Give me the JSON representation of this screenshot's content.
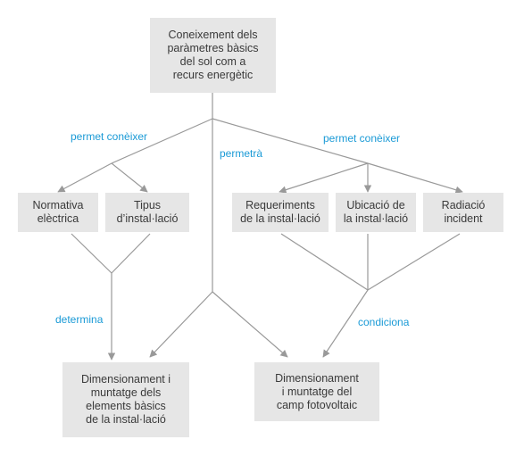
{
  "colors": {
    "box_fill": "#e6e6e6",
    "box_text": "#3a3a3a",
    "line": "#999999",
    "label": "#1a9ad6"
  },
  "nodes": {
    "top": "Coneixement dels\nparàmetres bàsics\ndel sol com a\nrecurs energètic",
    "normativa": "Normativa\nelèctrica",
    "tipus": "Tipus\nd’instal·lació",
    "requeriments": "Requeriments\nde la instal·lació",
    "ubicacio": "Ubicació de\nla instal·lació",
    "radiacio": "Radiació\nincident",
    "dim_elements": "Dimensionament i\nmuntatge dels\nelements bàsics\nde la instal·lació",
    "dim_camp": "Dimensionament\ni muntatge del\ncamp fotovoltaic"
  },
  "edge_labels": {
    "permet_left": "permet conèixer",
    "permetra": "permetrà",
    "permet_right": "permet conèixer",
    "determina": "determina",
    "condiciona": "condiciona"
  }
}
